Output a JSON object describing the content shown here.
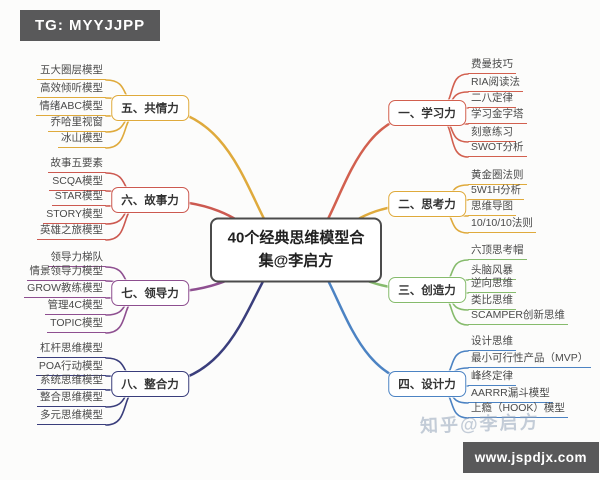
{
  "badges": {
    "tg": "TG: MYYJJPP",
    "url": "www.jspdjx.com",
    "background_color": "#59595a"
  },
  "watermark": "知乎@李启方",
  "center": {
    "title": "40个经典思维模型合集@李启方",
    "border_color": "#4b4b4b"
  },
  "branches": [
    {
      "id": "learning",
      "label": "一、学习力",
      "color": "#d2604f",
      "items": [
        "费曼技巧",
        "RIA阅读法",
        "二八定律",
        "学习金字塔",
        "刻意练习",
        "SWOT分析"
      ]
    },
    {
      "id": "thinking",
      "label": "二、思考力",
      "color": "#dfaa3c",
      "items": [
        "黄金圈法则",
        "5W1H分析",
        "思维导图",
        "10/10/10法则"
      ]
    },
    {
      "id": "creativity",
      "label": "三、创造力",
      "color": "#86bb6c",
      "items": [
        "六顶思考帽",
        "头脑风暴",
        "逆向思维",
        "类比思维",
        "SCAMPER创新思维"
      ]
    },
    {
      "id": "design",
      "label": "四、设计力",
      "color": "#4c83c3",
      "items": [
        "设计思维",
        "最小可行性产品（MVP）",
        "峰终定律",
        "AARRR漏斗模型",
        "上瘾（HOOK）模型"
      ]
    },
    {
      "id": "empathy",
      "label": "五、共情力",
      "color": "#dfaa3c",
      "items": [
        "五大圈层模型",
        "高效倾听模型",
        "情绪ABC模型",
        "乔哈里视窗",
        "冰山模型"
      ]
    },
    {
      "id": "storytelling",
      "label": "六、故事力",
      "color": "#cc5950",
      "items": [
        "故事五要素",
        "SCQA模型",
        "STAR模型",
        "STORY模型",
        "英雄之旅模型"
      ]
    },
    {
      "id": "leadership",
      "label": "七、领导力",
      "color": "#8e4f90",
      "items": [
        "领导力梯队",
        "情景领导力模型",
        "GROW教练模型",
        "管理4C模型",
        "TOPIC模型"
      ]
    },
    {
      "id": "integration",
      "label": "八、整合力",
      "color": "#3a3e7c",
      "items": [
        "杠杆思维模型",
        "POA行动模型",
        "系统思维模型",
        "整合思维模型",
        "多元思维模型"
      ]
    }
  ]
}
